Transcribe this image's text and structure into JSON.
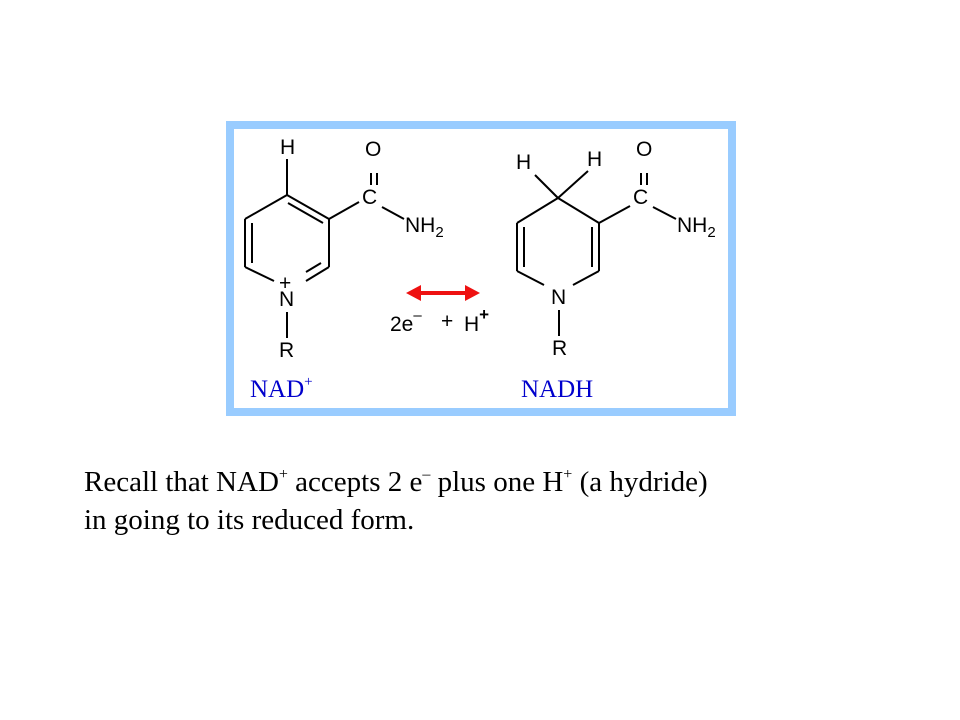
{
  "figure": {
    "colors": {
      "frame": "#99ccff",
      "accent": "#0000cc",
      "arrow": "#ee1111"
    },
    "left_molecule": {
      "top_h": "H",
      "carbonyl_o": "O",
      "carbonyl_c": "C",
      "amide_n": "NH",
      "amide_sub": "2",
      "ring_charge": "+",
      "ring_n": "N",
      "r_group": "R",
      "name": "NAD",
      "name_sup": "+"
    },
    "right_molecule": {
      "hydride_h": "H",
      "other_h": "H",
      "carbonyl_o": "O",
      "carbonyl_c": "C",
      "amide_n": "NH",
      "amide_sub": "2",
      "ring_n": "N",
      "r_group": "R",
      "name": "NADH"
    },
    "reagent": {
      "electrons": "2e",
      "electron_sup": "–",
      "plus": "+",
      "proton": "H",
      "proton_sup": "+"
    }
  },
  "caption": {
    "line1_a": "Recall that NAD",
    "line1_sup1": "+",
    "line1_b": " accepts 2 e",
    "line1_sup2": "–",
    "line1_c": " plus one H",
    "line1_sup3": "+",
    "line1_d": " (a hydride)",
    "line2": "in going to its reduced form."
  }
}
